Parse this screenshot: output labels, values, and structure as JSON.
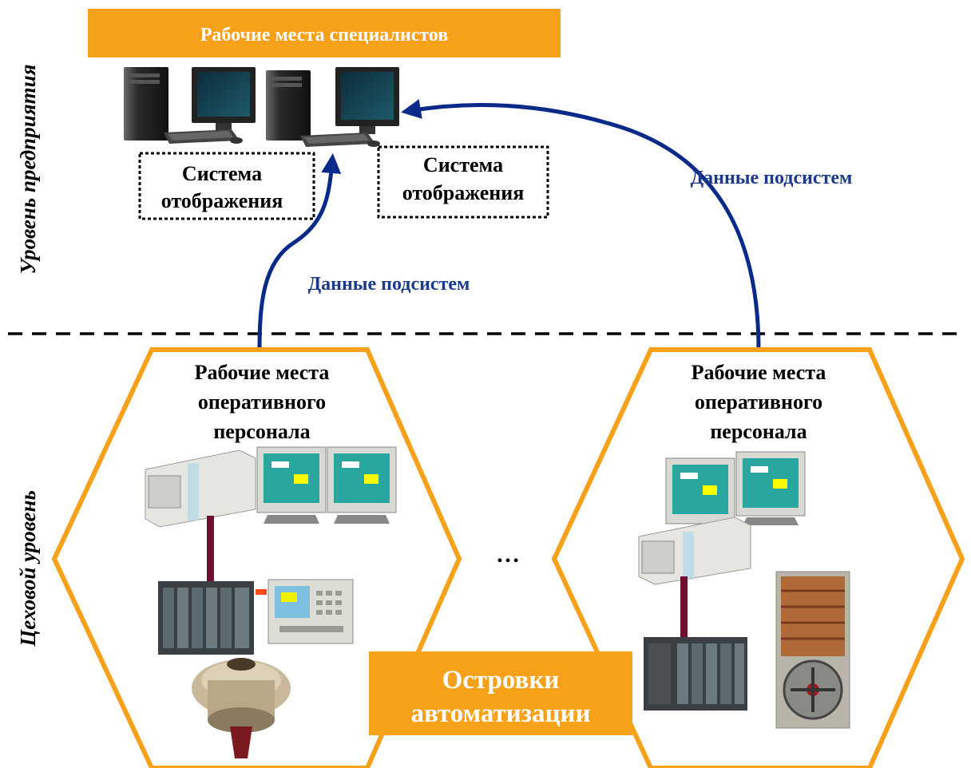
{
  "levels": {
    "enterprise": "Уровень предприятия",
    "shop": "Цеховой уровень"
  },
  "top_banner": "Рабочие места специалистов",
  "display_box_1": {
    "line1": "Система",
    "line2": "отображения"
  },
  "display_box_2": {
    "line1": "Система",
    "line2": "отображения"
  },
  "arrow_label_left": "Данные подсистем",
  "arrow_label_right": "Данные подсистем",
  "island_left": {
    "line1": "Рабочие места",
    "line2": "оперативного",
    "line3": "персонала"
  },
  "island_right": {
    "line1": "Рабочие места",
    "line2": "оперативного",
    "line3": "персонала"
  },
  "ellipsis": "…",
  "islands_label": {
    "line1": "Островки",
    "line2": "автоматизации"
  },
  "colors": {
    "orange": "#f7a11a",
    "arrow_blue": "#0a2a8a",
    "label_blue": "#1b3a8c",
    "cable": "#6e1030",
    "monitor_screen": "#2aa6a0"
  }
}
